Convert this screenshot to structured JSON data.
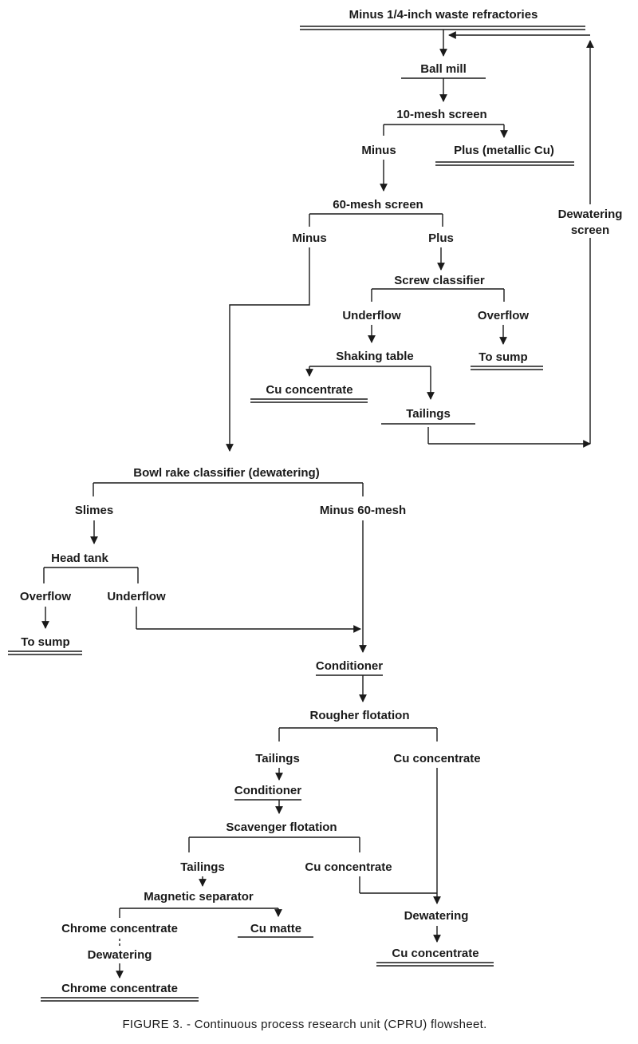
{
  "flowsheet": {
    "feed": "Minus 1/4-inch waste refractories",
    "ball_mill": "Ball mill",
    "screen10": "10-mesh screen",
    "screen10_minus": "Minus",
    "screen10_plus": "Plus (metallic Cu)",
    "screen60": "60-mesh screen",
    "screen60_minus": "Minus",
    "screen60_plus": "Plus",
    "screw_classifier": "Screw classifier",
    "screw_underflow": "Underflow",
    "screw_overflow": "Overflow",
    "screw_to_sump": "To sump",
    "shaking_table": "Shaking table",
    "table_cu_concentrate": "Cu concentrate",
    "table_tailings": "Tailings",
    "dewatering_screen_1": "Dewatering",
    "dewatering_screen_2": "screen",
    "bowl_rake": "Bowl rake classifier (dewatering)",
    "slimes": "Slimes",
    "minus60": "Minus 60-mesh",
    "head_tank": "Head tank",
    "head_overflow": "Overflow",
    "head_underflow": "Underflow",
    "head_to_sump": "To sump",
    "conditioner_1": "Conditioner",
    "rougher": "Rougher flotation",
    "rougher_tailings": "Tailings",
    "rougher_cu": "Cu concentrate",
    "conditioner_2": "Conditioner",
    "scavenger": "Scavenger flotation",
    "scavenger_tailings": "Tailings",
    "scavenger_cu": "Cu concentrate",
    "magnetic_separator": "Magnetic separator",
    "chrome_concentrate_1": "Chrome concentrate",
    "cu_matte": "Cu matte",
    "dewatering_chrome": "Dewatering",
    "chrome_concentrate_2": "Chrome concentrate",
    "dewatering_cu": "Dewatering",
    "final_cu_concentrate": "Cu concentrate"
  },
  "caption": "FIGURE 3. - Continuous process research unit (CPRU) flowsheet."
}
